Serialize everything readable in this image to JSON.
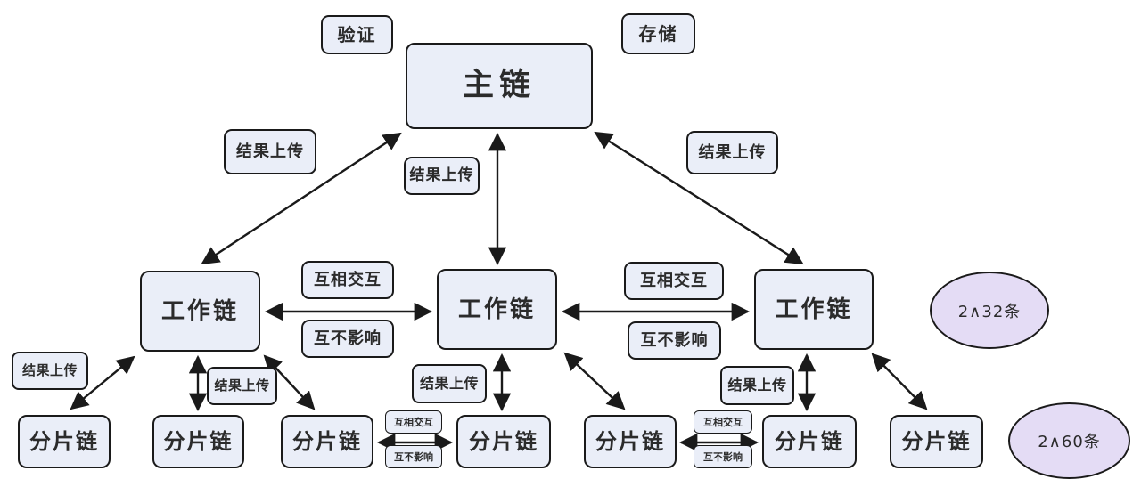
{
  "diagram": {
    "title_node": "主链",
    "verify_label": "验证",
    "storage_label": "存储",
    "work_chain_labels": [
      "工作链",
      "工作链",
      "工作链"
    ],
    "shard_chain_labels": [
      "分片链",
      "分片链",
      "分片链",
      "分片链",
      "分片链",
      "分片链",
      "分片链"
    ],
    "result_upload_labels": [
      "结果上传",
      "结果上传",
      "结果上传",
      "结果上传",
      "结果上传",
      "结果上传",
      "结果上传"
    ],
    "interaction_pairs": [
      {
        "interact": "互相交互",
        "independent": "互不影响"
      },
      {
        "interact": "互相交互",
        "independent": "互不影响"
      },
      {
        "interact": "互相交互",
        "independent": "互不影响"
      },
      {
        "interact": "互相交互",
        "independent": "互不影响"
      }
    ],
    "count_badges": [
      "2∧32条",
      "2∧60条"
    ],
    "colors": {
      "node-fill": "#EAEEF8",
      "node-border": "#1A1A1A",
      "badge-fill": "#E4DCF5",
      "text": "#2B2B2B",
      "background": "#FFFFFF"
    }
  }
}
